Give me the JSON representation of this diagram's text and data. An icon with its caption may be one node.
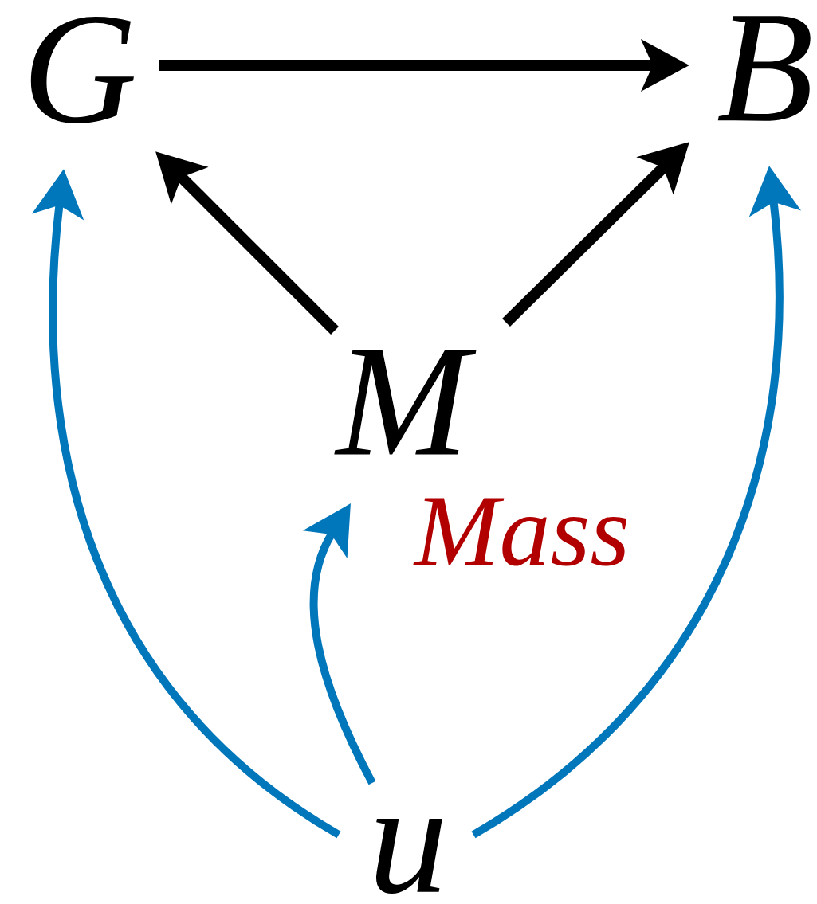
{
  "diagram": {
    "nodes": [
      {
        "text": [
          "G"
        ]
      },
      {
        "text": [
          "B"
        ]
      },
      {
        "text": [
          "M"
        ]
      },
      {
        "text": [
          "u"
        ]
      }
    ],
    "edges": [
      {
        "from": 0,
        "to": 1,
        "arrow": "to",
        "color": "#000000"
      },
      {
        "from": 2,
        "to": 0,
        "arrow": "to",
        "color": "#000000"
      },
      {
        "from": 2,
        "to": 1,
        "arrow": "to",
        "color": "#000000"
      },
      {
        "from": 3,
        "to": 0,
        "arrow": "to",
        "color": "#0077bb"
      },
      {
        "from": 3,
        "to": 1,
        "arrow": "to",
        "color": "#0077bb"
      },
      {
        "from": 3,
        "to": 2,
        "arrow": "to",
        "color": "#0077bb",
        "label": "Mass"
      }
    ]
  }
}
